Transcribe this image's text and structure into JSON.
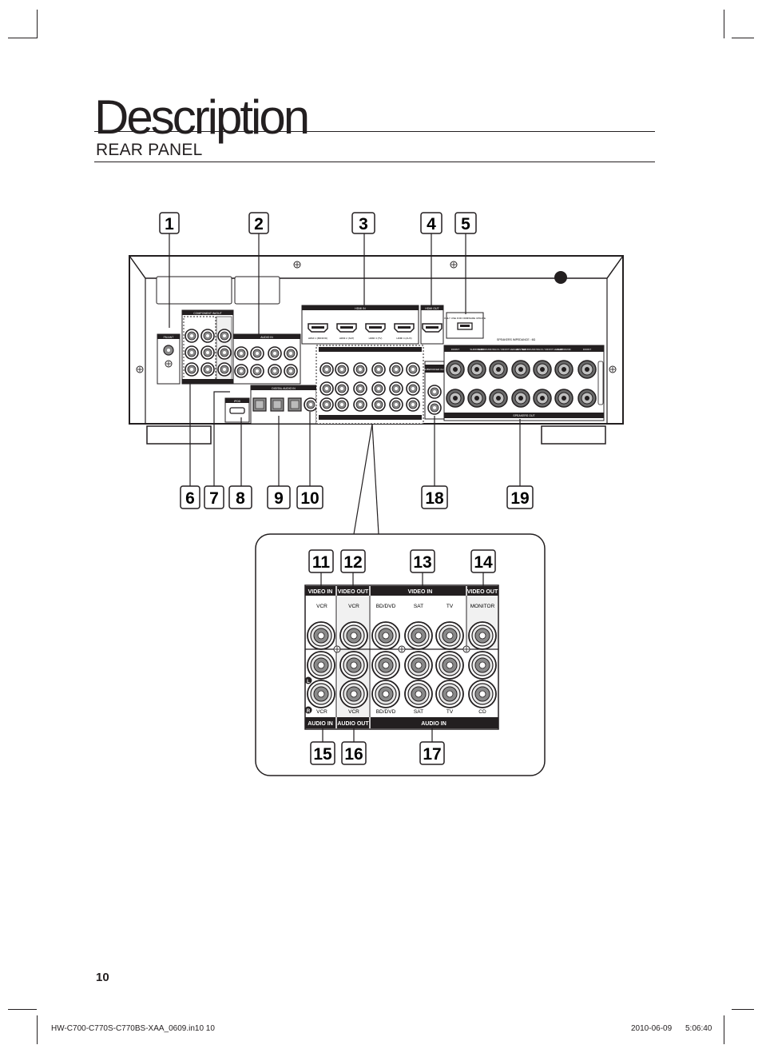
{
  "page": {
    "title": "Description",
    "section": "REAR PANEL",
    "page_number": "10",
    "footer_file": "HW-C700-C770S-C770BS-XAA_0609.in10   10",
    "footer_date": "2010-06-09",
    "footer_time": "5:06:40"
  },
  "callouts": {
    "top": [
      "1",
      "2",
      "3",
      "4",
      "5"
    ],
    "bottom": [
      "6",
      "7",
      "8",
      "9",
      "10",
      "18",
      "19"
    ],
    "zoom_top": [
      "11",
      "12",
      "13",
      "14"
    ],
    "zoom_bottom": [
      "15",
      "16",
      "17"
    ]
  },
  "device": {
    "fm_ant": "FM ANT",
    "component_in_out": "COMPONENT IN/OUT",
    "audio_in": "AUDIO IN",
    "hdmi_in": "HDMI IN",
    "hdmi_out": "HDMI OUT",
    "fw_update": "ONLY USE FOR FIRMWARE UPDATE",
    "ipod": "iPOD",
    "digital_audio_in": "DIGITAL AUDIO IN",
    "subwoofer_out": "SUBWOOFER OUT",
    "speakers_out": "SPEAKERS OUT",
    "speaker_impedance": "SPEAKERS IMPEDANCE : 6Ω",
    "hdmi_ports": [
      "HDMI 1 (BD/DVD)",
      "HDMI 2 (SAT)",
      "HDMI 3 (TV)",
      "HDMI 4 (AUX)"
    ],
    "speaker_terms": [
      "FRONT",
      "SURROUND",
      "SURROUND BACK / FRONT HEIGHT",
      "CENTER",
      "SURROUND BACK / FRONT HEIGHT",
      "SURROUND",
      "FRONT"
    ]
  },
  "zoom": {
    "video_in": "VIDEO IN",
    "video_out": "VIDEO OUT",
    "audio_in": "AUDIO IN",
    "audio_out": "AUDIO OUT",
    "top_cols": [
      "VCR",
      "VCR",
      "BD/DVD",
      "SAT",
      "TV",
      "MONITOR"
    ],
    "bottom_cols": [
      "VCR",
      "VCR",
      "BD/DVD",
      "SAT",
      "TV",
      "CD"
    ],
    "left_mark": "L",
    "right_mark": "R"
  }
}
